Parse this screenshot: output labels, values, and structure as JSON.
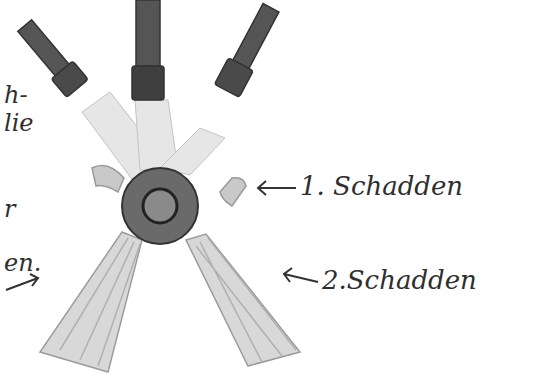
{
  "diagram": {
    "labels": [
      "h-",
      "lie",
      "r",
      "en.",
      "1. Schadden",
      "2.Schadden"
    ]
  }
}
